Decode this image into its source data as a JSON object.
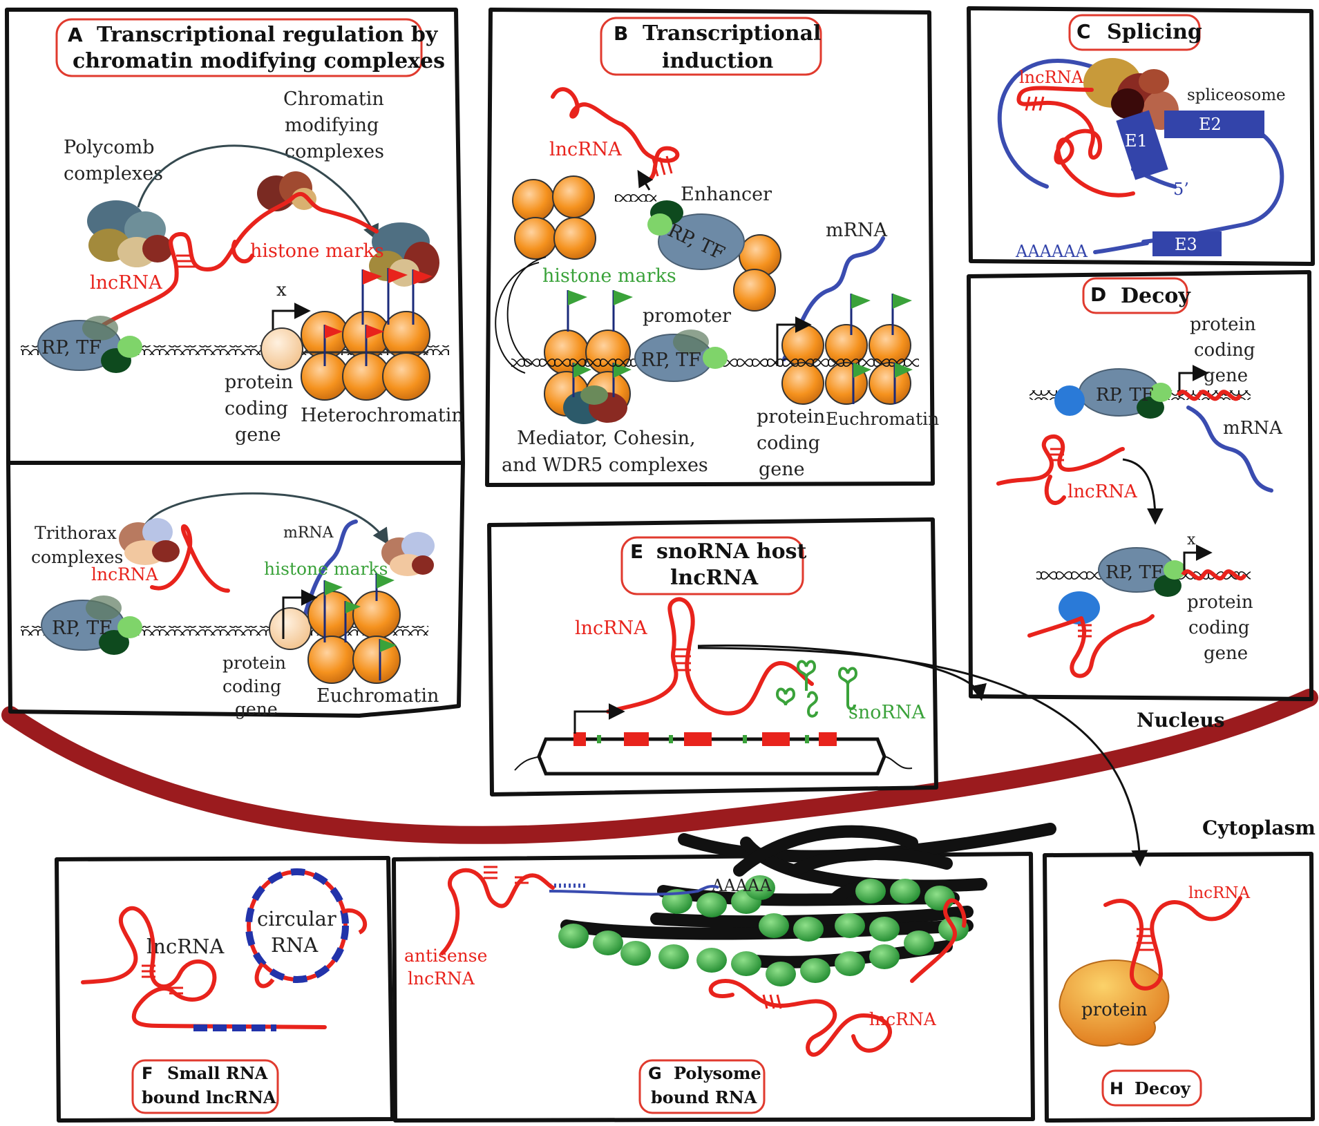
{
  "panels": {
    "A": {
      "letter": "A",
      "title_line1": "Transcriptional  regulation by",
      "title_line2": "chromatin modifying complexes",
      "polycomb": [
        "Polycomb",
        "complexes"
      ],
      "chromatin_mod": [
        "Chromatin",
        "modifying",
        "complexes"
      ],
      "histone_marks": "histone marks",
      "lncrna": "lncRNA",
      "rp_tf": "RP, TF",
      "x_mark": "x",
      "gene": [
        "protein",
        "coding",
        "gene"
      ],
      "heterochromatin": "Heterochromatin",
      "trithorax": [
        "Trithorax",
        "complexes"
      ],
      "lncrna2": "lncRNA",
      "mrna": "mRNA",
      "histone_marks2": "histone marks",
      "rp_tf2": "RP, TF",
      "gene2": [
        "protein",
        "coding",
        "gene"
      ],
      "euchromatin": "Euchromatin"
    },
    "B": {
      "letter": "B",
      "title_line1": "Transcriptional",
      "title_line2": "induction",
      "lncrna": "lncRNA",
      "enhancer": "Enhancer",
      "rp_tf": "RP, TF",
      "mrna": "mRNA",
      "histone_marks": "histone marks",
      "promoter": "promoter",
      "rp_tf2": "RP, TF",
      "mediator": [
        "Mediator, Cohesin,",
        "and WDR5 complexes"
      ],
      "gene": [
        "protein",
        "coding",
        "gene"
      ],
      "euchromatin": "Euchromatin"
    },
    "C": {
      "letter": "C",
      "title": "Splicing",
      "lncrna": "lncRNA",
      "spliceosome": "spliceosome",
      "e1": "E1",
      "e2": "E2",
      "e3": "E3",
      "five_prime": "5’",
      "polya": "AAAAAA"
    },
    "D": {
      "letter": "D",
      "title": "Decoy",
      "gene": [
        "protein",
        "coding",
        "gene"
      ],
      "rp_tf": "RP, TF",
      "mrna": "mRNA",
      "lncrna": "lncRNA",
      "x_mark": "x",
      "rp_tf2": "RP, TF",
      "gene2": [
        "protein",
        "coding",
        "gene"
      ]
    },
    "E": {
      "letter": "E",
      "title_line1": "snoRNA host",
      "title_line2": "lncRNA",
      "lncrna": "lncRNA",
      "snorna": "snoRNA"
    },
    "F": {
      "letter": "F",
      "title_line1": "Small RNA",
      "title_line2": "bound lncRNA",
      "lncrna": "lncRNA",
      "circular": [
        "circular",
        "RNA"
      ]
    },
    "G": {
      "letter": "G",
      "title_line1": "Polysome",
      "title_line2": "bound RNA",
      "polya": "AAAAA",
      "antisense": [
        "antisense",
        "lncRNA"
      ],
      "lncrna": "lncRNA"
    },
    "H": {
      "letter": "H",
      "title": "Decoy",
      "lncrna": "lncRNA",
      "protein": "protein"
    }
  },
  "compartments": {
    "nucleus": "Nucleus",
    "cytoplasm": "Cytoplasm"
  }
}
